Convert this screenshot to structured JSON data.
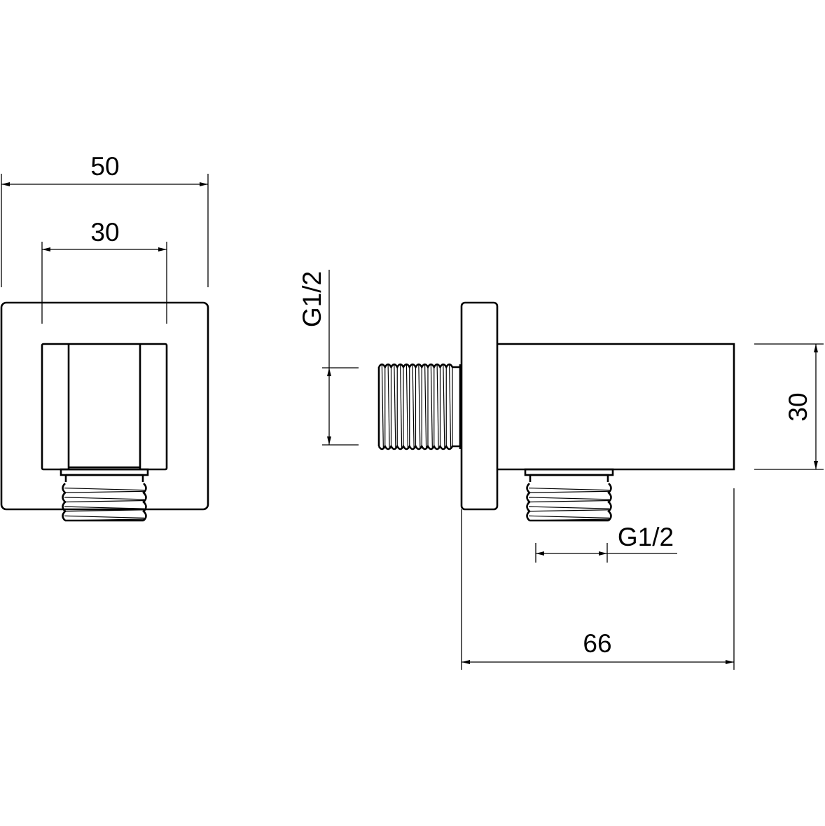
{
  "front_view": {
    "width_label": "50",
    "inner_width_label": "30"
  },
  "side_view": {
    "inlet_thread_label": "G1/2",
    "height_label": "30",
    "outlet_thread_label": "G1/2",
    "depth_label": "66"
  },
  "colors": {
    "line": "#000000",
    "background": "#ffffff"
  }
}
